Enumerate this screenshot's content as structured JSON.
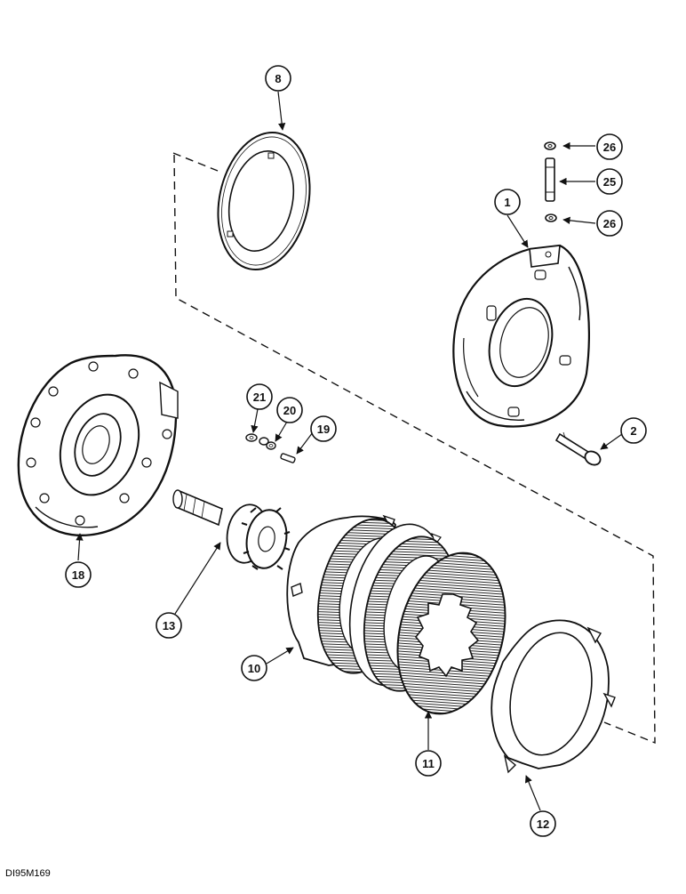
{
  "drawing_code": "DI95M169",
  "parts": {
    "p1": "1",
    "p2": "2",
    "p8": "8",
    "p10": "10",
    "p11": "11",
    "p12": "12",
    "p13": "13",
    "p18": "18",
    "p19": "19",
    "p20": "20",
    "p21": "21",
    "p25": "25",
    "p26a": "26",
    "p26b": "26"
  },
  "colors": {
    "ink": "#111111",
    "paper": "#ffffff"
  }
}
